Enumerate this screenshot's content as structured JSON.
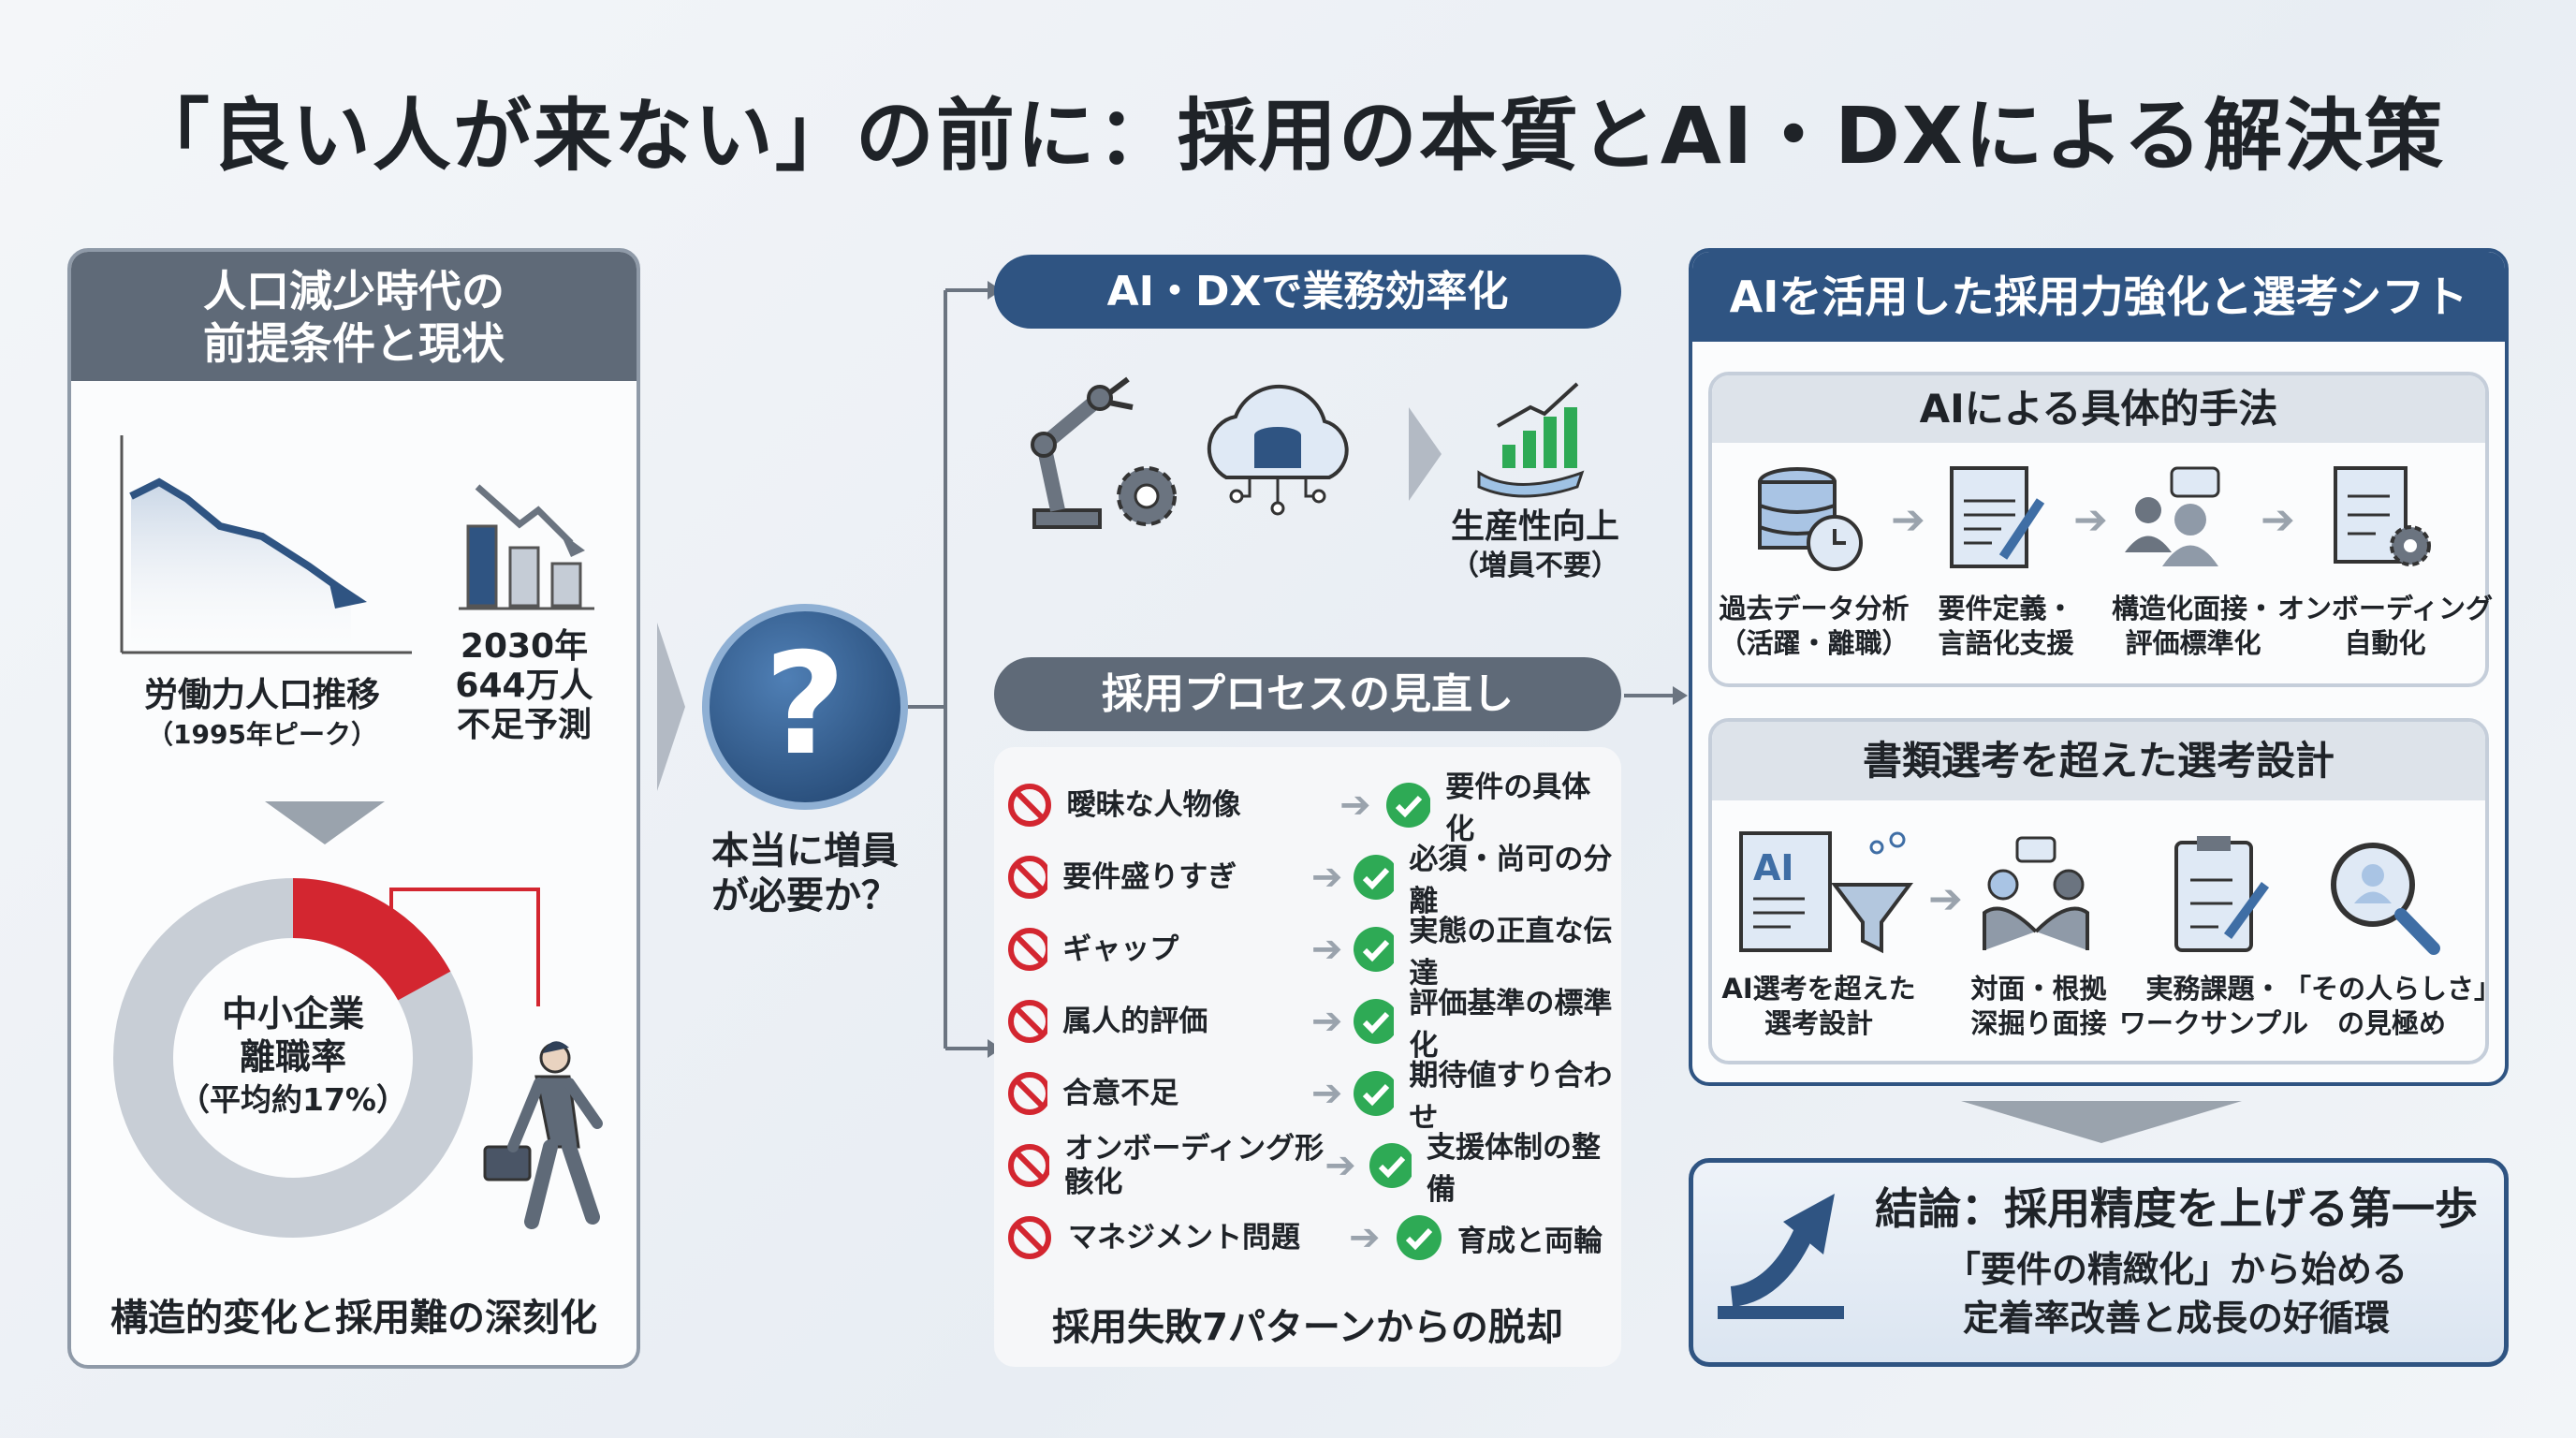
{
  "title": "「良い人が来ない」の前に：採用の本質とAI・DXによる解決策",
  "left": {
    "header_line1": "人口減少時代の",
    "header_line2": "前提条件と現状",
    "labor_label": "労働力人口推移",
    "labor_sub": "（1995年ピーク）",
    "shortage_line1": "2030年",
    "shortage_line2": "644万人",
    "shortage_line3": "不足予測",
    "donut_line1": "中小企業",
    "donut_line2": "離職率",
    "donut_line3": "（平均約17%）",
    "turnover_percent": 17,
    "footer": "構造的変化と採用難の深刻化"
  },
  "center": {
    "question_mark": "?",
    "question_line1": "本当に増員",
    "question_line2": "が必要か？"
  },
  "dx": {
    "header": "AI・DXで業務効率化",
    "result_line1": "生産性向上",
    "result_line2": "（増員不要）"
  },
  "process": {
    "header": "採用プロセスの見直し",
    "rows": [
      {
        "bad": "曖昧な人物像",
        "good": "要件の具体化"
      },
      {
        "bad": "要件盛りすぎ",
        "good": "必須・尚可の分離"
      },
      {
        "bad": "ギャップ",
        "good": "実態の正直な伝達"
      },
      {
        "bad": "属人的評価",
        "good": "評価基準の標準化"
      },
      {
        "bad": "合意不足",
        "good": "期待値すり合わせ"
      },
      {
        "bad": "オンボーディング形骸化",
        "good": "支援体制の整備"
      },
      {
        "bad": "マネジメント問題",
        "good": "育成と両輪"
      }
    ],
    "footer": "採用失敗7パターンからの脱却"
  },
  "right": {
    "header": "AIを活用した採用力強化と選考シフト",
    "methods": {
      "header": "AIによる具体的手法",
      "items": [
        {
          "l1": "過去データ分析",
          "l2": "（活躍・離職）"
        },
        {
          "l1": "要件定義・",
          "l2": "言語化支援"
        },
        {
          "l1": "構造化面接・",
          "l2": "評価標準化"
        },
        {
          "l1": "オンボーディング",
          "l2": "自動化"
        }
      ]
    },
    "selection": {
      "header": "書類選考を超えた選考設計",
      "doc_icon_text": "AI",
      "items": [
        {
          "l1": "AI選考を超えた",
          "l2": "選考設計"
        },
        {
          "l1": "対面・根拠",
          "l2": "深掘り面接"
        },
        {
          "l1": "実務課題・",
          "l2": "ワークサンプル"
        },
        {
          "l1": "「その人らしさ」",
          "l2": "の見極め"
        }
      ]
    }
  },
  "conclusion": {
    "title": "結論：採用精度を上げる第一歩",
    "line1": "「要件の精緻化」から始める",
    "line2": "定着率改善と成長の好循環"
  },
  "colors": {
    "navy": "#2f5482",
    "slate": "#5f6a78",
    "red": "#d32630",
    "green": "#2eaa55"
  }
}
